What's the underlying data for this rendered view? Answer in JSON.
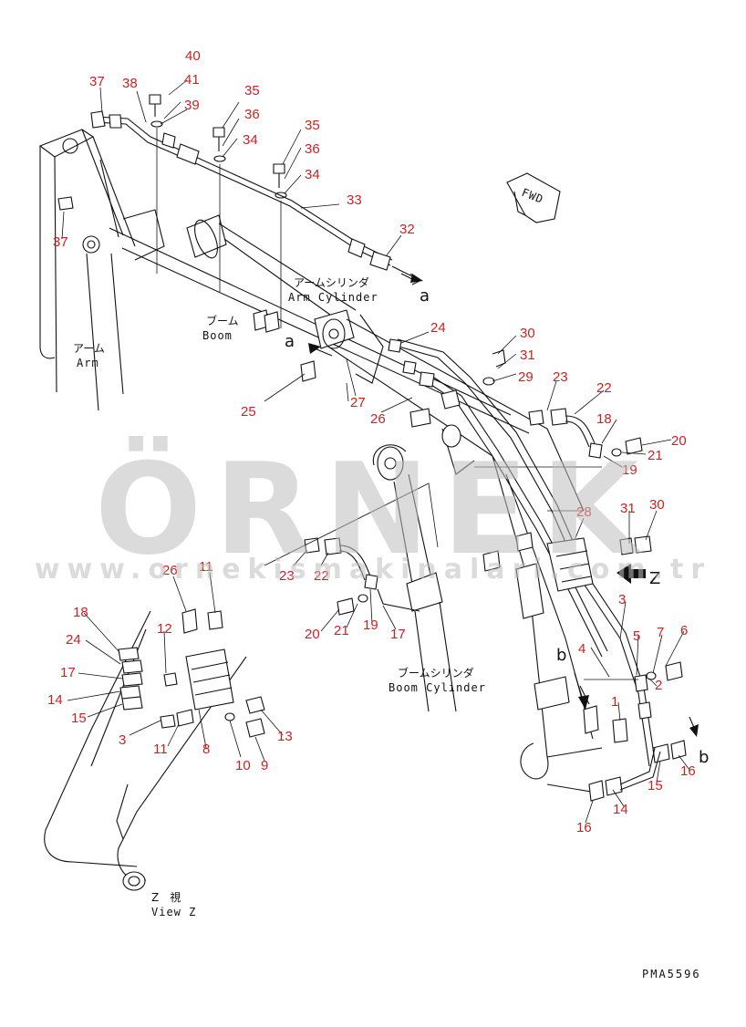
{
  "diagram": {
    "part_code": "PMA5596",
    "watermark": {
      "brand": "ÖRNEK",
      "url": "www.ornekismakinalari.com.tr"
    },
    "labels": {
      "arm_cylinder_jp": "アームシリンダ",
      "arm_cylinder_en": "Arm Cylinder",
      "boom_jp": "ブーム",
      "boom_en": "Boom",
      "arm_jp": "アーム",
      "arm_en": "Arm",
      "boom_cylinder_jp": "ブームシリンダ",
      "boom_cylinder_en": "Boom Cylinder",
      "view_z_jp": "Z　視",
      "view_z_en": "View Z",
      "fwd": "FWD",
      "ref_a_1": "a",
      "ref_a_2": "a",
      "ref_b_1": "b",
      "ref_b_2": "b",
      "ref_z": "Z"
    },
    "callouts": [
      {
        "id": "c40",
        "text": "40"
      },
      {
        "id": "c41",
        "text": "41"
      },
      {
        "id": "c39",
        "text": "39"
      },
      {
        "id": "c37a",
        "text": "37"
      },
      {
        "id": "c38",
        "text": "38"
      },
      {
        "id": "c35a",
        "text": "35"
      },
      {
        "id": "c36a",
        "text": "36"
      },
      {
        "id": "c34a",
        "text": "34"
      },
      {
        "id": "c35b",
        "text": "35"
      },
      {
        "id": "c36b",
        "text": "36"
      },
      {
        "id": "c34b",
        "text": "34"
      },
      {
        "id": "c33",
        "text": "33"
      },
      {
        "id": "c32",
        "text": "32"
      },
      {
        "id": "c37b",
        "text": "37"
      },
      {
        "id": "c24a",
        "text": "24"
      },
      {
        "id": "c30a",
        "text": "30"
      },
      {
        "id": "c31a",
        "text": "31"
      },
      {
        "id": "c29",
        "text": "29"
      },
      {
        "id": "c23a",
        "text": "23"
      },
      {
        "id": "c22a",
        "text": "22"
      },
      {
        "id": "c18a",
        "text": "18"
      },
      {
        "id": "c20a",
        "text": "20"
      },
      {
        "id": "c21a",
        "text": "21"
      },
      {
        "id": "c19a",
        "text": "19"
      },
      {
        "id": "c25",
        "text": "25"
      },
      {
        "id": "c27",
        "text": "27"
      },
      {
        "id": "c26a",
        "text": "26"
      },
      {
        "id": "c28",
        "text": "28"
      },
      {
        "id": "c31b",
        "text": "31"
      },
      {
        "id": "c30b",
        "text": "30"
      },
      {
        "id": "c23b",
        "text": "23"
      },
      {
        "id": "c22b",
        "text": "22"
      },
      {
        "id": "c20b",
        "text": "20"
      },
      {
        "id": "c21b",
        "text": "21"
      },
      {
        "id": "c19b",
        "text": "19"
      },
      {
        "id": "c17a",
        "text": "17"
      },
      {
        "id": "c26b",
        "text": "26"
      },
      {
        "id": "c11a",
        "text": "11"
      },
      {
        "id": "c18b",
        "text": "18"
      },
      {
        "id": "c12",
        "text": "12"
      },
      {
        "id": "c24b",
        "text": "24"
      },
      {
        "id": "c17b",
        "text": "17"
      },
      {
        "id": "c14a",
        "text": "14"
      },
      {
        "id": "c15a",
        "text": "15"
      },
      {
        "id": "c3a",
        "text": "3"
      },
      {
        "id": "c11b",
        "text": "11"
      },
      {
        "id": "c8",
        "text": "8"
      },
      {
        "id": "c10",
        "text": "10"
      },
      {
        "id": "c9",
        "text": "9"
      },
      {
        "id": "c13",
        "text": "13"
      },
      {
        "id": "c3b",
        "text": "3"
      },
      {
        "id": "c4",
        "text": "4"
      },
      {
        "id": "c5",
        "text": "5"
      },
      {
        "id": "c7",
        "text": "7"
      },
      {
        "id": "c6",
        "text": "6"
      },
      {
        "id": "c2",
        "text": "2"
      },
      {
        "id": "c1",
        "text": "1"
      },
      {
        "id": "c16a",
        "text": "16"
      },
      {
        "id": "c15b",
        "text": "15"
      },
      {
        "id": "c14b",
        "text": "14"
      },
      {
        "id": "c16b",
        "text": "16"
      }
    ]
  }
}
